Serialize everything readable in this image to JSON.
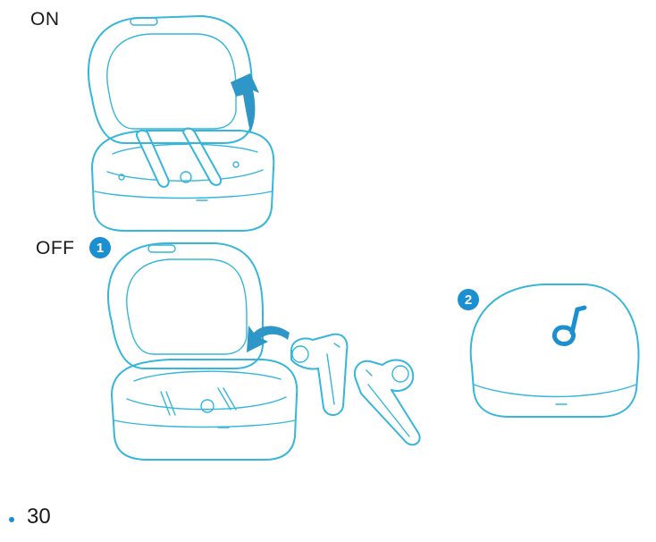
{
  "labels": {
    "on": "ON",
    "off": "OFF"
  },
  "steps": {
    "step1": "1",
    "step2": "2"
  },
  "page": {
    "number": "30"
  },
  "colors": {
    "line": "#35b6da",
    "accent": "#1b8fcf",
    "arrow": "#2f97c7"
  }
}
